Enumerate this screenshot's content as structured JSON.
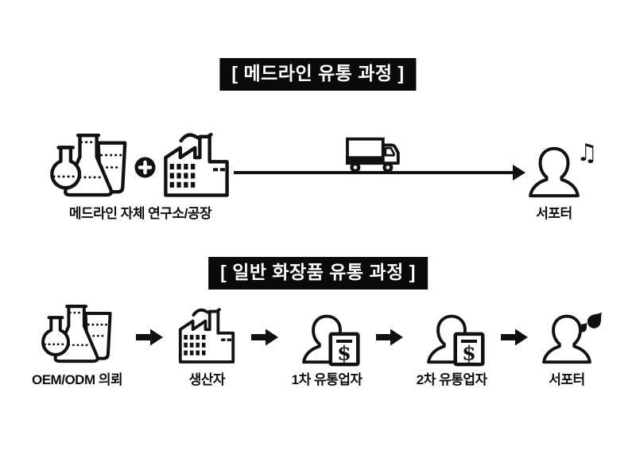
{
  "canvas": {
    "background": "#ffffff",
    "ink": "#111111"
  },
  "icons": {
    "music_note_glyph": "♫",
    "money_glyph": "$"
  },
  "section1": {
    "title": "[ 메드라인 유통 과정 ]",
    "source_label": "메드라인 자체 연구소/공장",
    "destination_label": "서포터"
  },
  "section2": {
    "title": "[ 일반 화장품 유통 과정 ]",
    "steps": [
      {
        "label": "OEM/ODM 의뢰"
      },
      {
        "label": "생산자"
      },
      {
        "label": "1차 유통업자"
      },
      {
        "label": "2차 유통업자"
      },
      {
        "label": "서포터"
      }
    ]
  }
}
